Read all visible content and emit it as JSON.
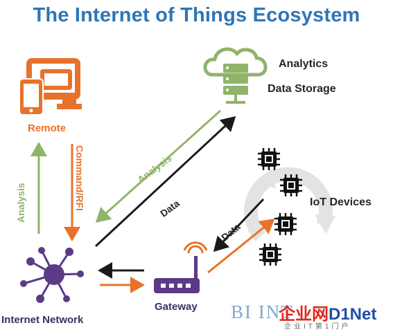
{
  "title": "The Internet of Things Ecosystem",
  "nodes": {
    "remote": "Remote",
    "analytics": "Analytics",
    "data_storage": "Data Storage",
    "iot_devices": "IoT Devices",
    "gateway": "Gateway",
    "internet_network": "Internet Network"
  },
  "edges": {
    "analysis_vertical": "Analysis",
    "command_rfi": "Command/RFI",
    "analysis_diagonal": "Analysis",
    "data_diagonal": "Data",
    "data_short": "Data"
  },
  "watermark": {
    "brand": "BI INT",
    "badge_cn": "企业网",
    "badge_d1": "D1Net",
    "sub": "企业IT第1门户"
  },
  "colors": {
    "title": "#2f75b6",
    "orange": "#e8722a",
    "green": "#8fb46a",
    "purple": "#5b3a86",
    "dark": "#262626"
  },
  "icons": {
    "remote": "devices-icon",
    "analytics": "cloud-server-icon",
    "iot": "chip-icon",
    "gateway": "router-icon",
    "network": "hub-network-icon",
    "cycle": "refresh-cycle-icon"
  }
}
